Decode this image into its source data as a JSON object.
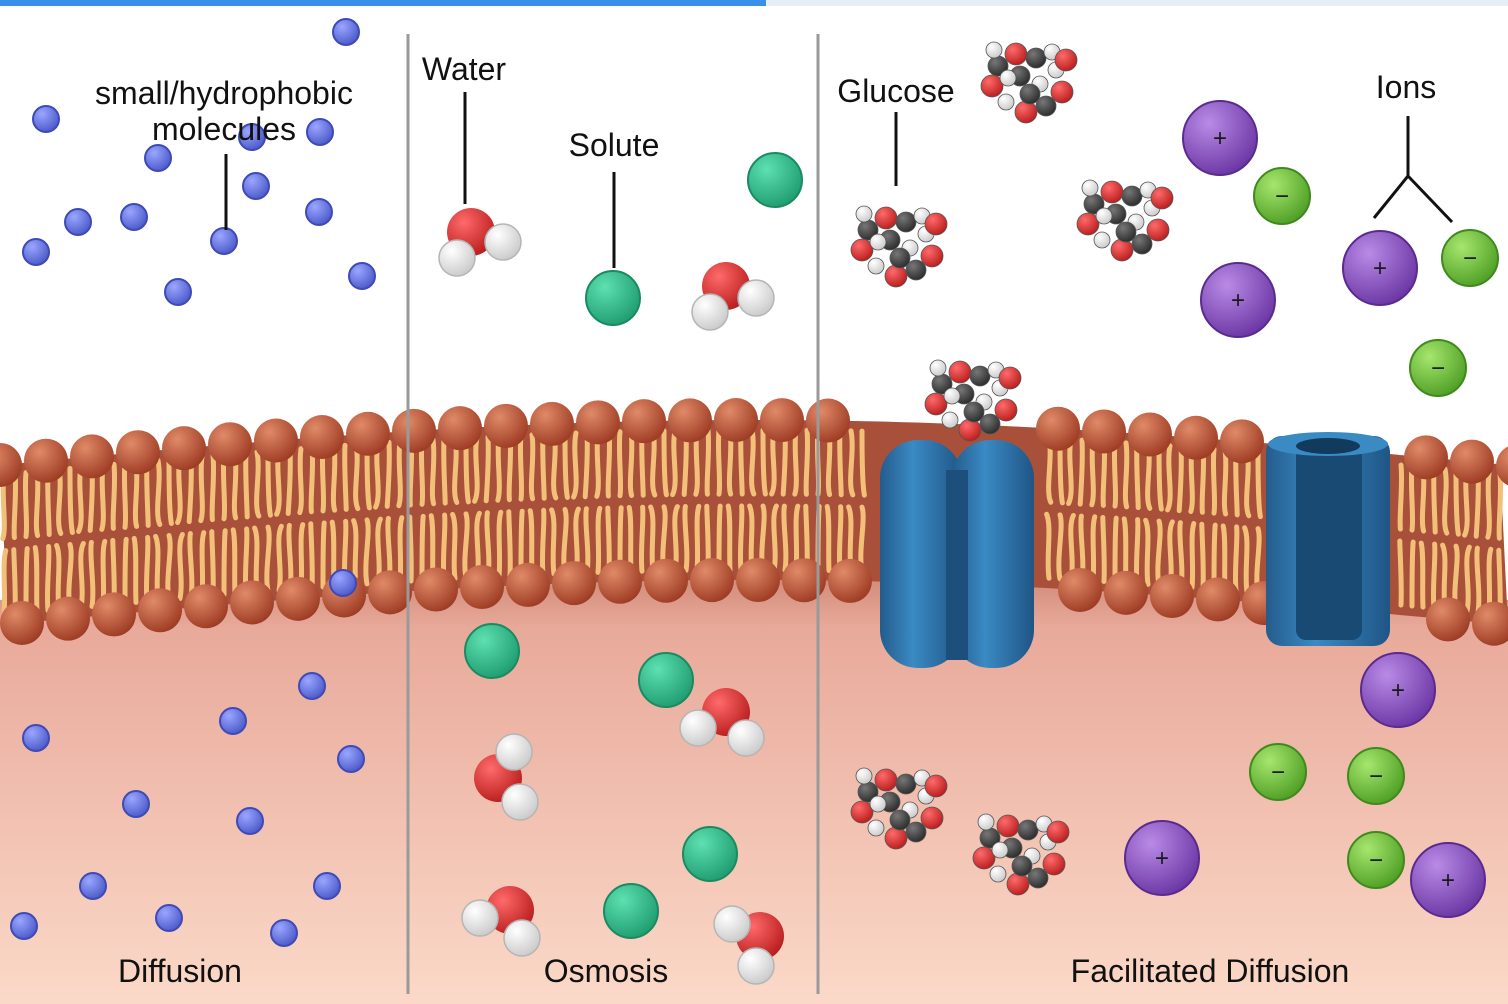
{
  "progress": {
    "fraction": 0.508,
    "color": "#3a8fe8",
    "track_color": "#e6eef6"
  },
  "colors": {
    "cytoplasm_top": "#e8a99a",
    "cytoplasm_bottom": "#fbd9c8",
    "head": "#b84a2e",
    "tail": "#f3c07a",
    "divider": "#9a9a9a",
    "small_molecule": "#6d7be6",
    "solute": "#2fbf8c",
    "oxygen": "#d62b2b",
    "hydrogen": "#eaeaea",
    "carbon": "#3a3a3a",
    "cation": "#8a4fc4",
    "anion": "#6cc23a",
    "protein": "#2d6fa3"
  },
  "labels": {
    "small_molecules": [
      "small/hydrophobic",
      "molecules"
    ],
    "water": "Water",
    "solute": "Solute",
    "glucose": "Glucose",
    "ions": "Ions"
  },
  "panels": {
    "diffusion": "Diffusion",
    "osmosis": "Osmosis",
    "facilitated": "Facilitated Diffusion"
  },
  "symbols": {
    "cation": "+",
    "anion": "−"
  }
}
